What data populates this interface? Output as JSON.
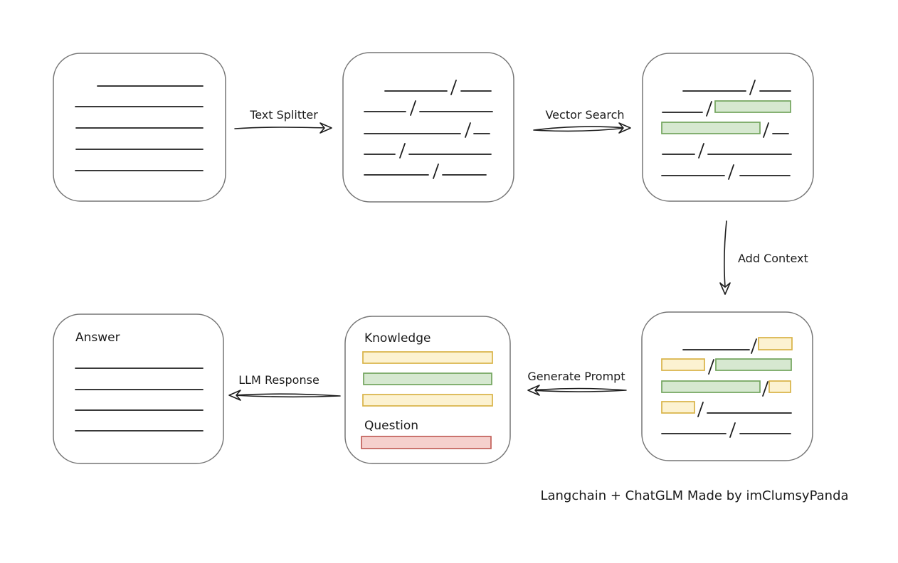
{
  "caption": "Langchain + ChatGLM Made by imClumsyPanda",
  "labels": {
    "knowledge": "Knowledge",
    "question": "Question",
    "answer": "Answer"
  },
  "flow": [
    {
      "from": "document",
      "to": "text-chunks",
      "label": "Text Splitter"
    },
    {
      "from": "text-chunks",
      "to": "matched-chunks",
      "label": "Vector Search"
    },
    {
      "from": "matched-chunks",
      "to": "context-chunks",
      "label": "Add Context"
    },
    {
      "from": "context-chunks",
      "to": "prompt",
      "label": "Generate Prompt"
    },
    {
      "from": "prompt",
      "to": "answer",
      "label": "LLM Response"
    }
  ],
  "colors": {
    "ink": "#1d1d1d",
    "box_stroke": "#757575",
    "green_fill": "#d6e8d0",
    "green_stroke": "#72a45d",
    "yellow_fill": "#fcf2d1",
    "yellow_stroke": "#d8b246",
    "red_fill": "#f5d0cd",
    "red_stroke": "#c2605a"
  }
}
